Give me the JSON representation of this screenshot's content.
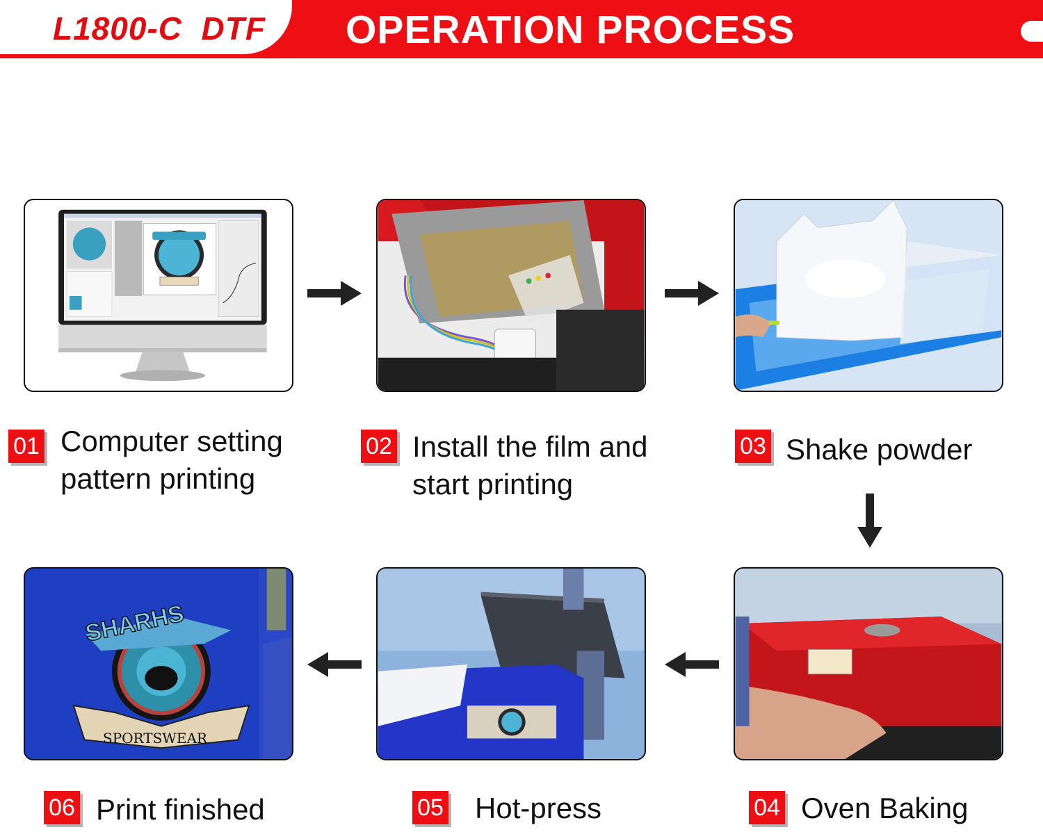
{
  "header": {
    "model": "L1800-C  DTF",
    "title": "OPERATION PROCESS"
  },
  "steps": [
    {
      "number": "01",
      "line1": "Computer setting",
      "line2": "pattern printing",
      "image": "computer-monitor-image"
    },
    {
      "number": "02",
      "line1": "Install the film and",
      "line2": "start printing",
      "image": "printer-film-image"
    },
    {
      "number": "03",
      "line1": "Shake powder",
      "line2": "",
      "image": "powder-tray-image"
    },
    {
      "number": "04",
      "line1": "Oven Baking",
      "line2": "",
      "image": "oven-image"
    },
    {
      "number": "05",
      "line1": "Hot-press",
      "line2": "",
      "image": "heat-press-image"
    },
    {
      "number": "06",
      "line1": "Print finished",
      "line2": "",
      "image": "finished-shirt-image"
    }
  ],
  "artwork": {
    "logo_top": "SHARHS",
    "logo_bottom": "SPORTSWEAR"
  },
  "colors": {
    "brand_red": "#ee0f14",
    "text": "#111111",
    "arrow": "#222222"
  }
}
